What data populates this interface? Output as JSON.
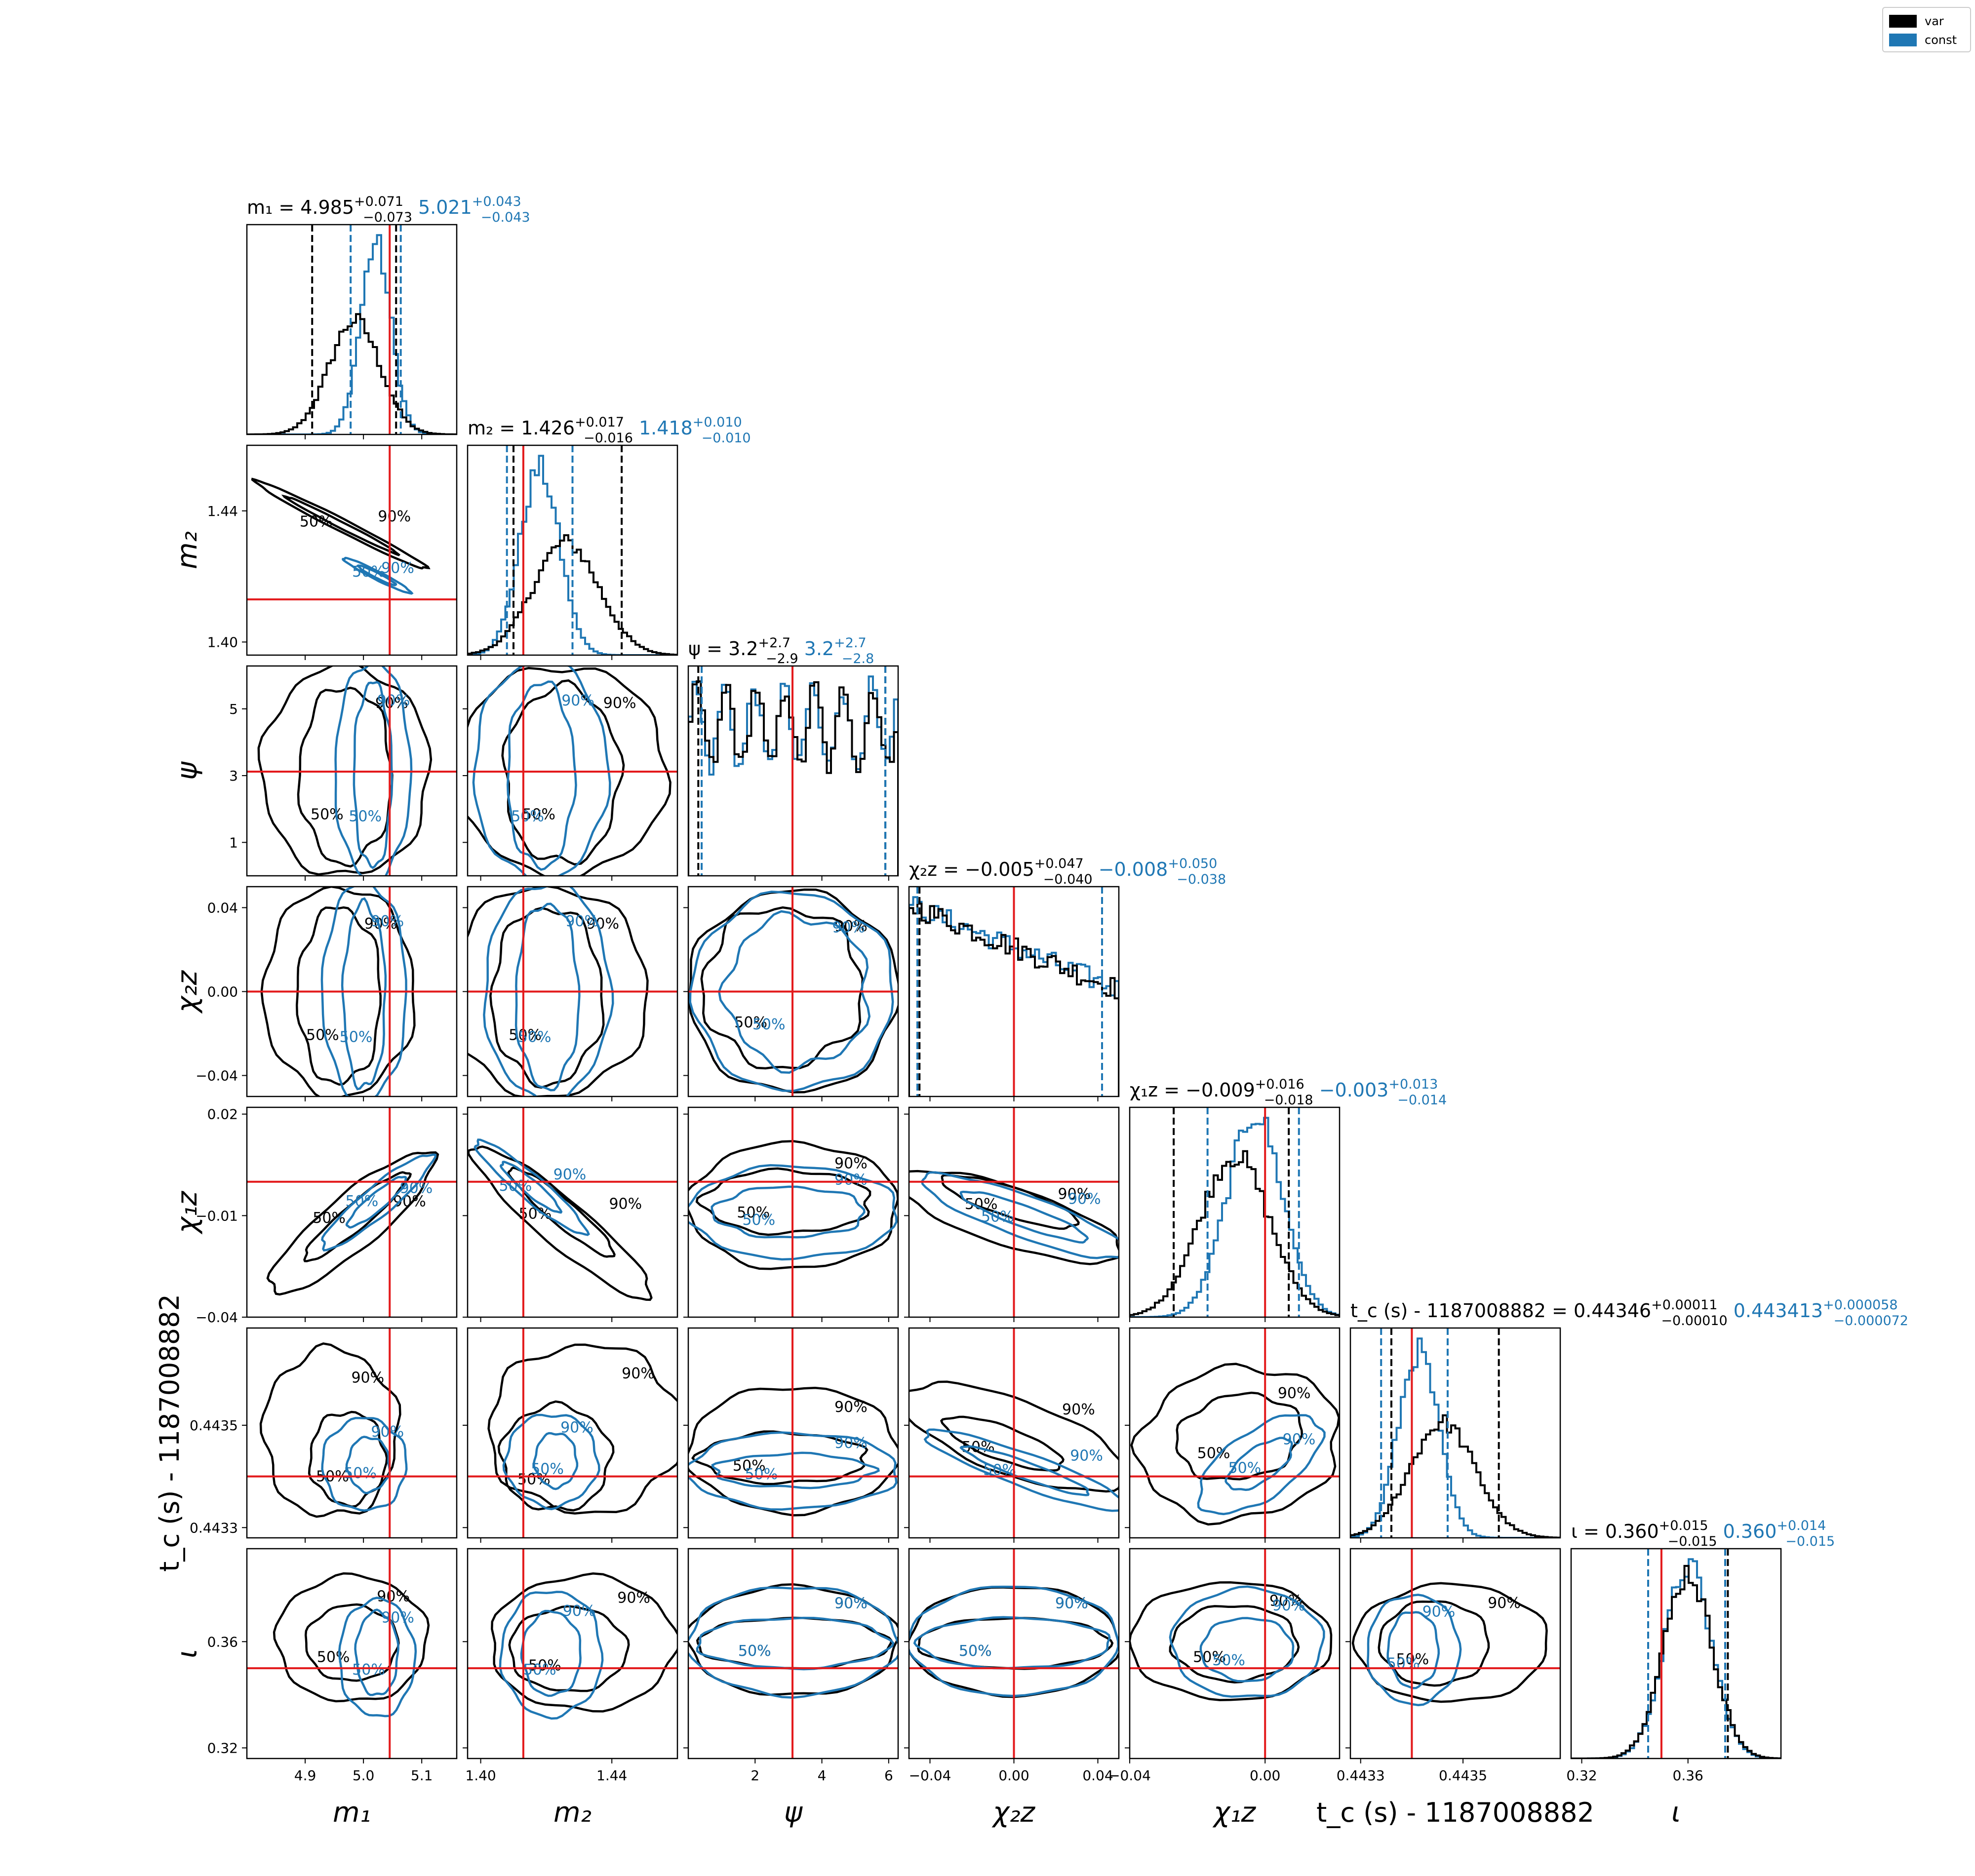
{
  "colors": {
    "var": "#000000",
    "const": "#1f77b4",
    "truth": "#e31a1c"
  },
  "legend": {
    "entries": [
      {
        "label": "var",
        "color": "#000000"
      },
      {
        "label": "const",
        "color": "#1f77b4"
      }
    ]
  },
  "contour_labels": [
    "50%",
    "90%"
  ],
  "chart_data": {
    "type": "corner",
    "title": "",
    "parameters": [
      {
        "key": "m1",
        "label": "m₁",
        "range": [
          4.8,
          5.16
        ],
        "ticks": [
          4.9,
          5.0,
          5.1
        ],
        "tick_labels": [
          "4.9",
          "5.0",
          "5.1"
        ],
        "truth": 5.045,
        "summary": {
          "var": {
            "median": "4.985",
            "plus": "+0.071",
            "minus": "−0.073"
          },
          "const": {
            "median": "5.021",
            "plus": "+0.043",
            "minus": "−0.043"
          }
        },
        "quantile_lines": {
          "var": [
            4.912,
            5.056
          ],
          "const": [
            4.978,
            5.064
          ]
        },
        "title_prefix": "m₁ = "
      },
      {
        "key": "m2",
        "label": "m₂",
        "range": [
          1.396,
          1.46
        ],
        "ticks": [
          1.4,
          1.44
        ],
        "tick_labels": [
          "1.40",
          "1.44"
        ],
        "truth": 1.413,
        "summary": {
          "var": {
            "median": "1.426",
            "plus": "+0.017",
            "minus": "−0.016"
          },
          "const": {
            "median": "1.418",
            "plus": "+0.010",
            "minus": "−0.010"
          }
        },
        "quantile_lines": {
          "var": [
            1.41,
            1.443
          ],
          "const": [
            1.408,
            1.428
          ]
        },
        "title_prefix": "m₂ = "
      },
      {
        "key": "psi",
        "label": "ψ",
        "range": [
          0,
          6.283
        ],
        "ticks": [
          2,
          4,
          6
        ],
        "tick_labels": [
          "2",
          "4",
          "6"
        ],
        "y_ticks": [
          1,
          3,
          5
        ],
        "y_tick_labels": [
          "1",
          "3",
          "5"
        ],
        "truth": 3.12,
        "summary": {
          "var": {
            "median": "3.2",
            "plus": "+2.7",
            "minus": "−2.9"
          },
          "const": {
            "median": "3.2",
            "plus": "+2.7",
            "minus": "−2.8"
          }
        },
        "quantile_lines": {
          "var": [
            0.3,
            5.9
          ],
          "const": [
            0.4,
            5.9
          ]
        },
        "title_prefix": "ψ = "
      },
      {
        "key": "chi2z",
        "label": "χ₂z",
        "range": [
          -0.05,
          0.05
        ],
        "ticks": [
          -0.04,
          0.0,
          0.04
        ],
        "tick_labels": [
          "−0.04",
          "0.00",
          "0.04"
        ],
        "truth": 0.0,
        "summary": {
          "var": {
            "median": "−0.005",
            "plus": "+0.047",
            "minus": "−0.040"
          },
          "const": {
            "median": "−0.008",
            "plus": "+0.050",
            "minus": "−0.038"
          }
        },
        "quantile_lines": {
          "var": [
            -0.045,
            0.042
          ],
          "const": [
            -0.046,
            0.042
          ]
        },
        "title_prefix": "χ₂z = "
      },
      {
        "key": "chi1z",
        "label": "χ₁z",
        "range": [
          -0.04,
          0.022
        ],
        "ticks": [
          -0.04,
          0.0
        ],
        "tick_labels": [
          "−0.04",
          "0.00"
        ],
        "y_ticks": [
          -0.04,
          -0.01,
          0.02
        ],
        "y_tick_labels": [
          "−0.04",
          "−0.01",
          "0.02"
        ],
        "truth": 0.0,
        "summary": {
          "var": {
            "median": "−0.009",
            "plus": "+0.016",
            "minus": "−0.018"
          },
          "const": {
            "median": "−0.003",
            "plus": "+0.013",
            "minus": "−0.014"
          }
        },
        "quantile_lines": {
          "var": [
            -0.027,
            0.007
          ],
          "const": [
            -0.017,
            0.01
          ]
        },
        "title_prefix": "χ₁z = "
      },
      {
        "key": "tc",
        "label": "t_c (s) - 1187008882",
        "range": [
          0.44328,
          0.44369
        ],
        "ticks": [
          0.4433,
          0.4435
        ],
        "tick_labels": [
          "0.4433",
          "0.4435"
        ],
        "truth": 0.4434,
        "summary": {
          "var": {
            "median": "0.44346",
            "plus": "+0.00011",
            "minus": "−0.00010"
          },
          "const": {
            "median": "0.443413",
            "plus": "+0.000058",
            "minus": "−0.000072"
          }
        },
        "quantile_lines": {
          "var": [
            0.44336,
            0.44357
          ],
          "const": [
            0.44334,
            0.44347
          ]
        },
        "title_prefix": "t_c (s) - 1187008882 = "
      },
      {
        "key": "iota",
        "label": "ι",
        "range": [
          0.316,
          0.395
        ],
        "ticks": [
          0.32,
          0.36
        ],
        "tick_labels": [
          "0.32",
          "0.36"
        ],
        "truth": 0.35,
        "summary": {
          "var": {
            "median": "0.360",
            "plus": "+0.015",
            "minus": "−0.015"
          },
          "const": {
            "median": "0.360",
            "plus": "+0.014",
            "minus": "−0.015"
          }
        },
        "quantile_lines": {
          "var": [
            0.345,
            0.375
          ],
          "const": [
            0.345,
            0.374
          ]
        },
        "title_prefix": "ι = "
      }
    ],
    "series": [
      {
        "name": "var"
      },
      {
        "name": "const"
      }
    ],
    "grid": false,
    "legend_position": "top-right"
  }
}
